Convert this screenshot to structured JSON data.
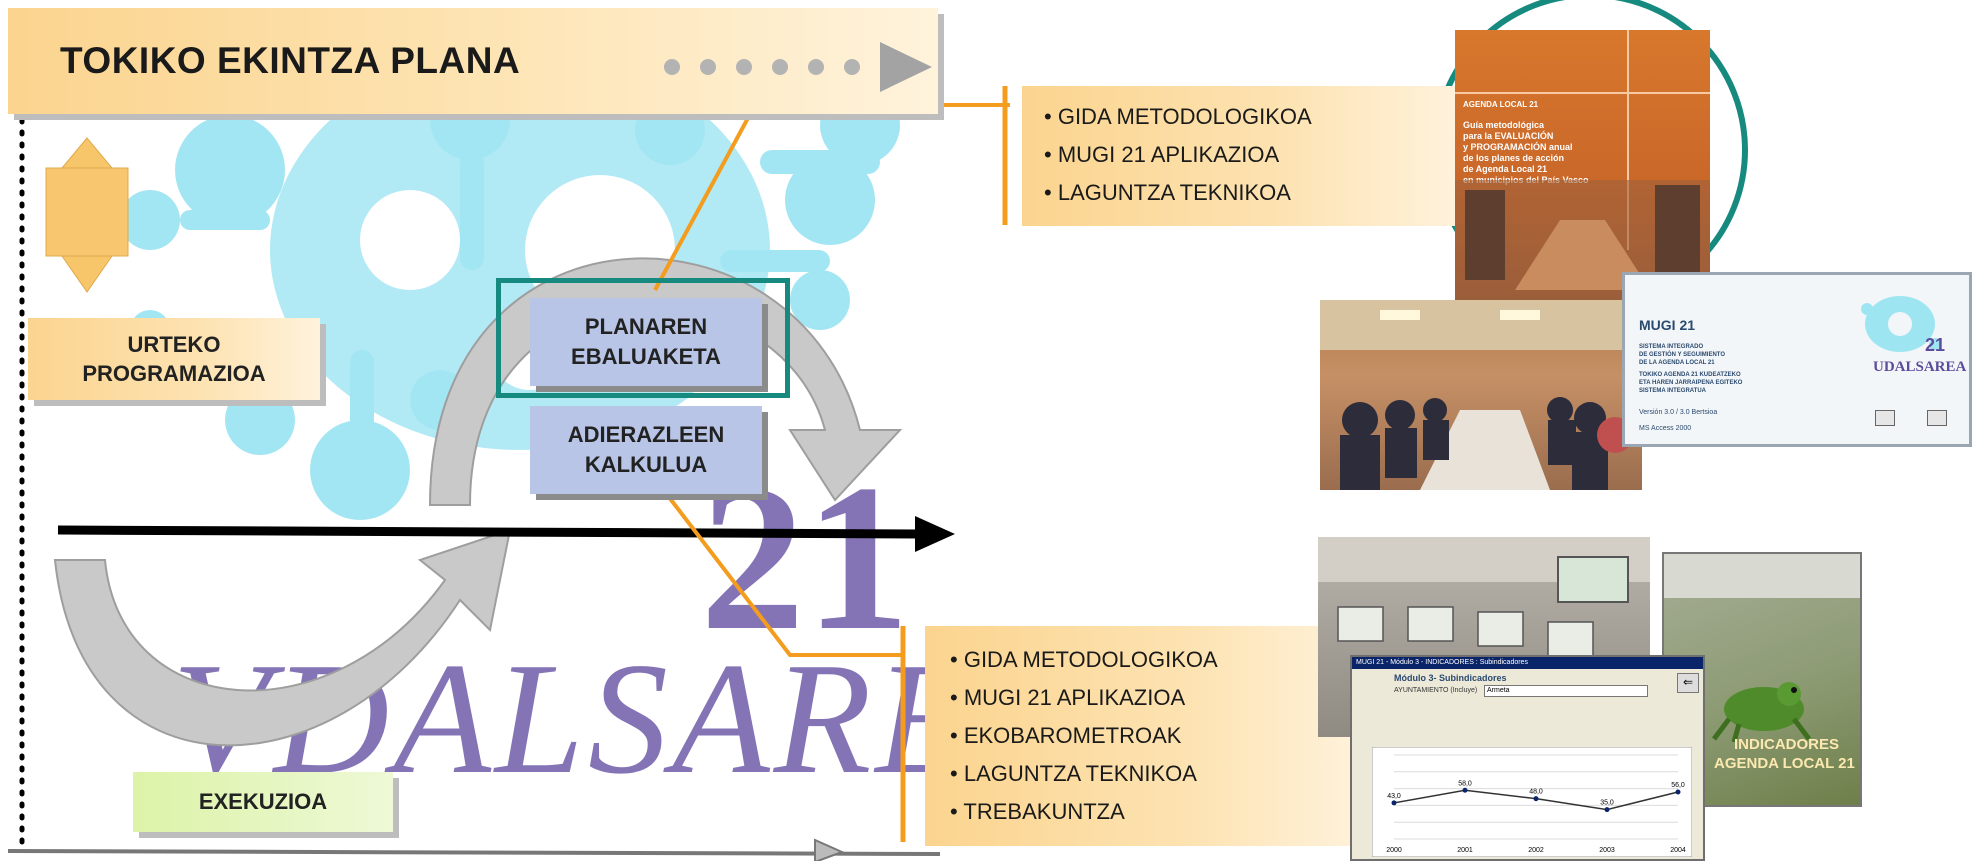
{
  "title": "TOKIKO EKINTZA PLANA",
  "boxes": {
    "urteko": [
      "URTEKO",
      "PROGRAMAZIOA"
    ],
    "exekuzioa": "EXEKUZIOA",
    "planaren": [
      "PLANAREN",
      "EBALUAKETA"
    ],
    "adierazleen": [
      "ADIERAZLEEN",
      "KALKULUA"
    ]
  },
  "tools_top": [
    "GIDA METODOLOGIKOA",
    "MUGI 21 APLIKAZIOA",
    "LAGUNTZA TEKNIKOA"
  ],
  "tools_bottom": [
    "GIDA METODOLOGIKOA",
    "MUGI 21 APLIKAZIOA",
    "EKOBAROMETROAK",
    "LAGUNTZA TEKNIKOA",
    "TREBAKUNTZA"
  ],
  "book_cover": {
    "header": "AGENDA LOCAL 21",
    "lines": [
      "Guía metodológica",
      "para la EVALUACIÓN",
      "y PROGRAMACIÓN anual",
      "de los planes de acción",
      "de Agenda Local 21",
      "en municipios del País Vasco"
    ]
  },
  "mugi_screen": {
    "title": "MUGI 21",
    "lines": [
      "SISTEMA INTEGRADO",
      "DE GESTIÓN Y SEGUIMIENTO",
      "DE LA AGENDA LOCAL 21",
      "TOKIKO AGENDA 21 KUDEATZEKO",
      "ETA HAREN JARRAIPENA EGITEKO",
      "SISTEMA INTEGRATUA"
    ],
    "version": "Versión 3.0 / 3.0 Bertsioa",
    "requirement": "MS Access 2000",
    "logo_word": "UDALSAREA",
    "logo_num": "21"
  },
  "app_screen": {
    "window_title": "MUGI 21 - Módulo 3 - INDICADORES : Subindicadores",
    "heading": "Módulo 3- Subindicadores",
    "field_label": "AYUNTAMIENTO (Incluye)",
    "field_value": "Armeta",
    "years": [
      "2000",
      "2001",
      "2002",
      "2003",
      "2004"
    ],
    "point_labels": [
      "43,0",
      "58,0",
      "48,0",
      "35,0",
      "56,0"
    ]
  },
  "indic_cover": {
    "title_1": "INDICADORES",
    "title_2": "AGENDA LOCAL 21"
  },
  "chart_data": {
    "type": "line",
    "x": [
      "2000",
      "2001",
      "2002",
      "2003",
      "2004"
    ],
    "values": [
      43.0,
      58.0,
      48.0,
      35.0,
      56.0
    ],
    "ylim": [
      0,
      100
    ]
  },
  "colors": {
    "accent_orange": "#f39c1e",
    "teal": "#178a80",
    "box_blue": "#b8c5e6",
    "box_green": "#dcf3a8",
    "banner_orange": "#fbd48f",
    "logo_purple": "#8474b6",
    "logo_cyan": "#9ee5f2"
  },
  "icons": [
    "arrow-right-icon",
    "double-vertical-arrow-icon"
  ]
}
